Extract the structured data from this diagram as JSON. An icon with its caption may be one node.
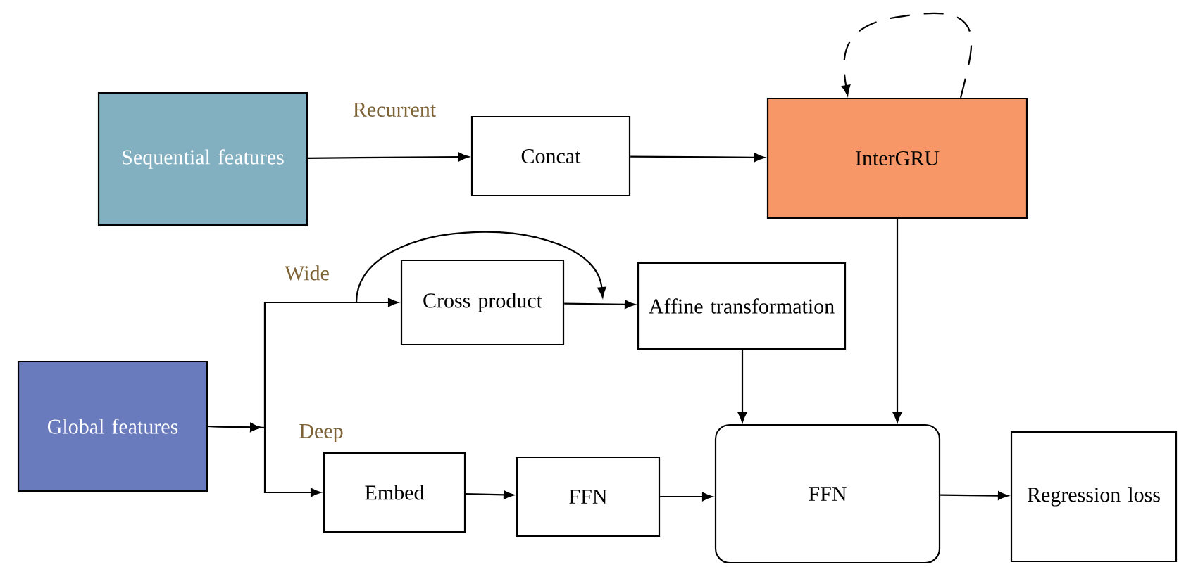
{
  "diagram": {
    "nodes": [
      {
        "text": [
          "Sequential features"
        ]
      },
      {
        "text": [
          "Concat"
        ]
      },
      {
        "text": [
          "InterGRU"
        ]
      },
      {
        "text": [
          "Global features"
        ]
      },
      {
        "text": [
          "Cross product"
        ]
      },
      {
        "text": [
          "Affine transformation"
        ]
      },
      {
        "text": [
          "Embed"
        ]
      },
      {
        "text": [
          "FFN"
        ]
      },
      {
        "text": [
          "FFN"
        ]
      },
      {
        "text": [
          "Regression loss"
        ]
      }
    ],
    "edges": [
      {
        "from": 0,
        "to": 1,
        "arrow": "to",
        "label": "Recurrent"
      },
      {
        "from": 1,
        "to": 2,
        "arrow": "to"
      },
      {
        "from": 2,
        "to": 2,
        "arrow": "to",
        "style": "dashed"
      },
      {
        "from": 3,
        "to": 4,
        "arrow": "to",
        "label": "Wide"
      },
      {
        "from": 3,
        "to": 5,
        "arrow": "to"
      },
      {
        "from": 3,
        "to": 6,
        "arrow": "to",
        "label": "Deep"
      },
      {
        "from": 4,
        "to": 5,
        "arrow": "to"
      },
      {
        "from": 5,
        "to": 8,
        "arrow": "to"
      },
      {
        "from": 2,
        "to": 8,
        "arrow": "to"
      },
      {
        "from": 6,
        "to": 7,
        "arrow": "to"
      },
      {
        "from": 7,
        "to": 8,
        "arrow": "to"
      },
      {
        "from": 8,
        "to": 9,
        "arrow": "to"
      }
    ]
  }
}
